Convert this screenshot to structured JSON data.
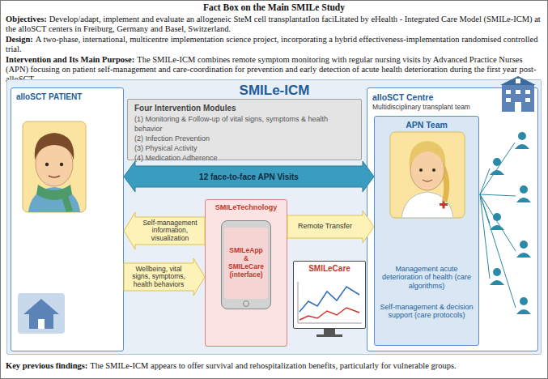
{
  "diagram": {
    "title": "Fact Box on the Main SMILe Study",
    "nodes": [
      {
        "text": [
          "SMILe-ICM"
        ]
      },
      {
        "text": [
          "alloSCT PATIENT"
        ],
        "in": 0
      },
      {
        "text": [
          "Four Intervention Modules",
          "(1) Monitoring & Follow-up of vital signs, symptoms & health behavior",
          "(2) Infection Prevention",
          "(3) Physical Activity",
          "(4) Medication Adherence"
        ],
        "in": 0
      },
      {
        "text": [
          "alloSCT Centre",
          "Multidisciplinary transplant team"
        ],
        "in": 0
      },
      {
        "text": [
          "APN Team",
          "Management acute deterioration of health (care algorithms)",
          "Self-management & decision support (care protocols)"
        ],
        "in": 3
      },
      {
        "text": [
          "SMILeTechnology"
        ],
        "in": 0
      },
      {
        "text": [
          "SMILeApp & SMILeCare (interface)"
        ],
        "in": 5
      },
      {
        "text": [
          "SMILeCare"
        ],
        "in": 0
      }
    ],
    "edges": [
      {
        "from": 1,
        "to": 4,
        "label": "12 face-to-face APN Visits",
        "arrow": "both"
      },
      {
        "from": 5,
        "to": 1,
        "label": "Self-management information, visualization",
        "arrow": "to"
      },
      {
        "from": 1,
        "to": 5,
        "label": "Wellbeing, vital signs, symptoms, health behaviors",
        "arrow": "to"
      },
      {
        "from": 5,
        "to": 4,
        "label": "Remote Transfer",
        "arrow": "to"
      }
    ],
    "labels": [
      "Objectives:",
      "Develop/adapt, implement and evaluate an allogeneic SteM cell transplantatIon faciLitated by eHealth - Integrated Care Model (SMILe-ICM) at the alloSCT centers in Freiburg, Germany and Basel, Switzerland.",
      "Design:",
      "A two-phase, international, multicentre implementation science project, incorporating a hybrid effectiveness-implementation randomised controlled trial.",
      "Intervention and Its Main Purpose:",
      "The SMILe-ICM combines remote symptom monitoring with regular nursing visits by Advanced Practice Nurses (APN) focusing on patient self-management and care-coordination for prevention and early detection of acute health deterioration during the first year post-alloSCT.",
      "Key previous findings:",
      "The SMILe-ICM appears to offer survival and rehospitalization benefits, particularly for vulnerable groups."
    ]
  }
}
